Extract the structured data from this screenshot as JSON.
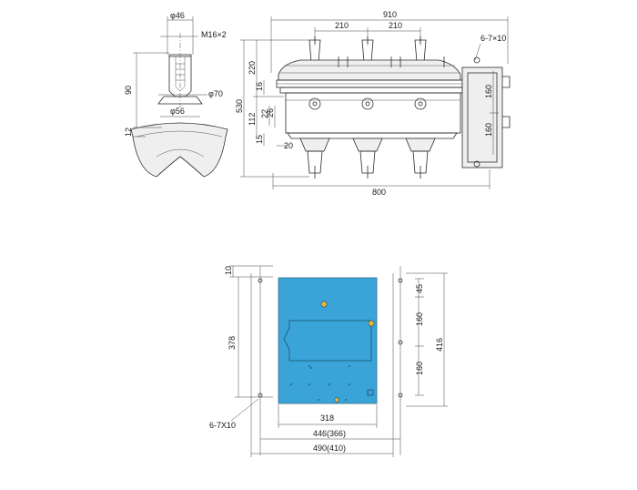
{
  "colors": {
    "panel_fill": "#3aa4d8",
    "lines": "#2a2a2a",
    "accent_holes": "#e1b43c"
  },
  "detail": {
    "d_top": "φ46",
    "thread": "M16×2",
    "d_mid": "φ70",
    "d_bottom": "φ56",
    "h_90": "90",
    "h_12": "12"
  },
  "front": {
    "w_910": "910",
    "w_210a": "210",
    "w_210b": "210",
    "bolts_top": "6-7×10",
    "h_220": "220",
    "h_530": "530",
    "h_112": "112",
    "h_16": "16",
    "h_22": "22",
    "h_26": "26",
    "h_15": "15",
    "w_20": "20",
    "v_160a": "160",
    "v_160b": "160",
    "w_800": "800"
  },
  "panel": {
    "h_10": "10",
    "h_378": "378",
    "holes_left": "6-7X10",
    "h_45": "45",
    "h_160a": "160",
    "h_160b": "160",
    "h_416": "416",
    "w_318": "318",
    "w_446": "446(366)",
    "w_490": "490(410)"
  }
}
